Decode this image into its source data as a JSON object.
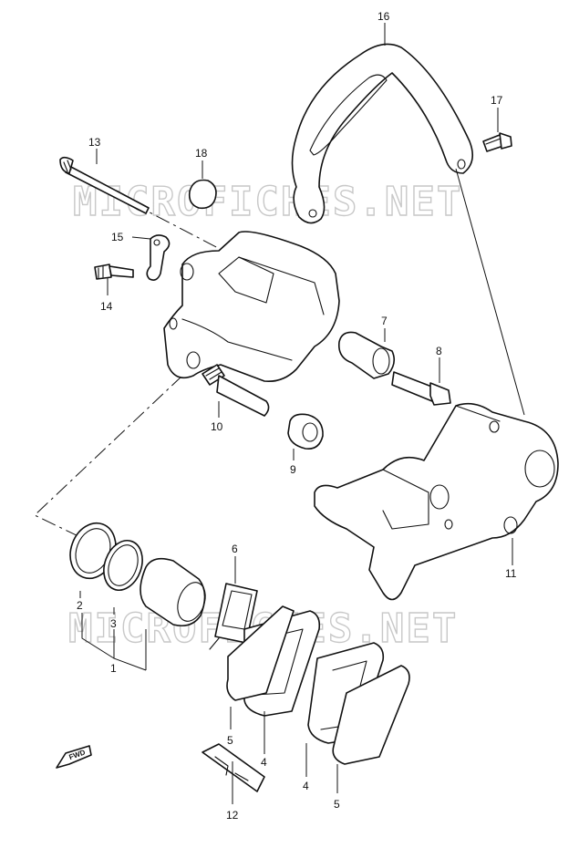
{
  "watermark": "MICROFICHES.NET",
  "fwd_label": "FWD",
  "callouts": {
    "c1": "1",
    "c2": "2",
    "c3": "3",
    "c4a": "4",
    "c4b": "4",
    "c5a": "5",
    "c5b": "5",
    "c6": "6",
    "c7": "7",
    "c8": "8",
    "c9": "9",
    "c10": "10",
    "c11": "11",
    "c12": "12",
    "c13": "13",
    "c14": "14",
    "c15": "15",
    "c16": "16",
    "c17": "17",
    "c18": "18"
  },
  "colors": {
    "line": "#111111",
    "watermark": "#c8c8c8",
    "background": "#ffffff"
  }
}
